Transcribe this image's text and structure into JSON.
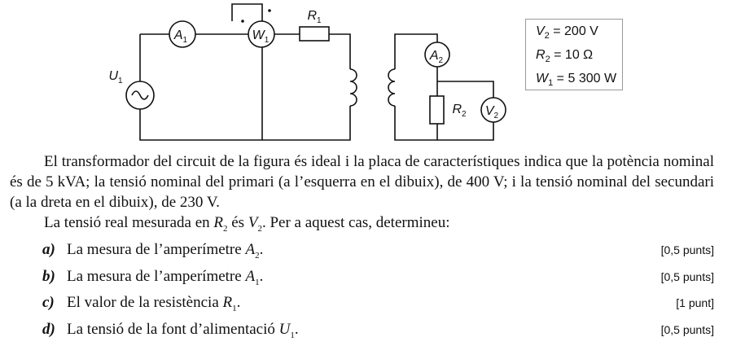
{
  "figure": {
    "labels": {
      "A1": "A",
      "A1_sub": "1",
      "W1": "W",
      "W1_sub": "1",
      "R1": "R",
      "R1_sub": "1",
      "U1": "U",
      "U1_sub": "1",
      "A2": "A",
      "A2_sub": "2",
      "R2": "R",
      "R2_sub": "2",
      "V2": "V",
      "V2_sub": "2"
    },
    "given": [
      {
        "sym": "V",
        "sub": "2",
        "value": " = 200 V"
      },
      {
        "sym": "R",
        "sub": "2",
        "value": " = 10 Ω"
      },
      {
        "sym": "W",
        "sub": "1",
        "value": " = 5 300 W"
      }
    ]
  },
  "statement": {
    "intro": "El transformador del circuit de la figura és ideal i la placa de característiques indica que la potència nominal és de 5 kVA; la tensió nominal del primari (a l’esquerra en el dibuix), de 400 V; i la tensió nominal del secundari (a la dreta en el dibuix), de 230 V.",
    "task_pre": "La tensió real mesurada en ",
    "task_r": "R",
    "task_r_sub": "2",
    "task_mid": " és ",
    "task_v": "V",
    "task_v_sub": "2",
    "task_post": ". Per a aquest cas, determineu:"
  },
  "questions": [
    {
      "letter": "a)",
      "text": "La mesura de l’amperímetre ",
      "sym": "A",
      "sub": "2",
      "end": ".",
      "points": "[0,5 punts]"
    },
    {
      "letter": "b)",
      "text": "La mesura de l’amperímetre ",
      "sym": "A",
      "sub": "1",
      "end": ".",
      "points": "[0,5 punts]"
    },
    {
      "letter": "c)",
      "text": "El valor de la resistència ",
      "sym": "R",
      "sub": "1",
      "end": ".",
      "points": "[1 punt]"
    },
    {
      "letter": "d)",
      "text": "La tensió de la font d’alimentació ",
      "sym": "U",
      "sub": "1",
      "end": ".",
      "points": "[0,5 punts]"
    }
  ]
}
